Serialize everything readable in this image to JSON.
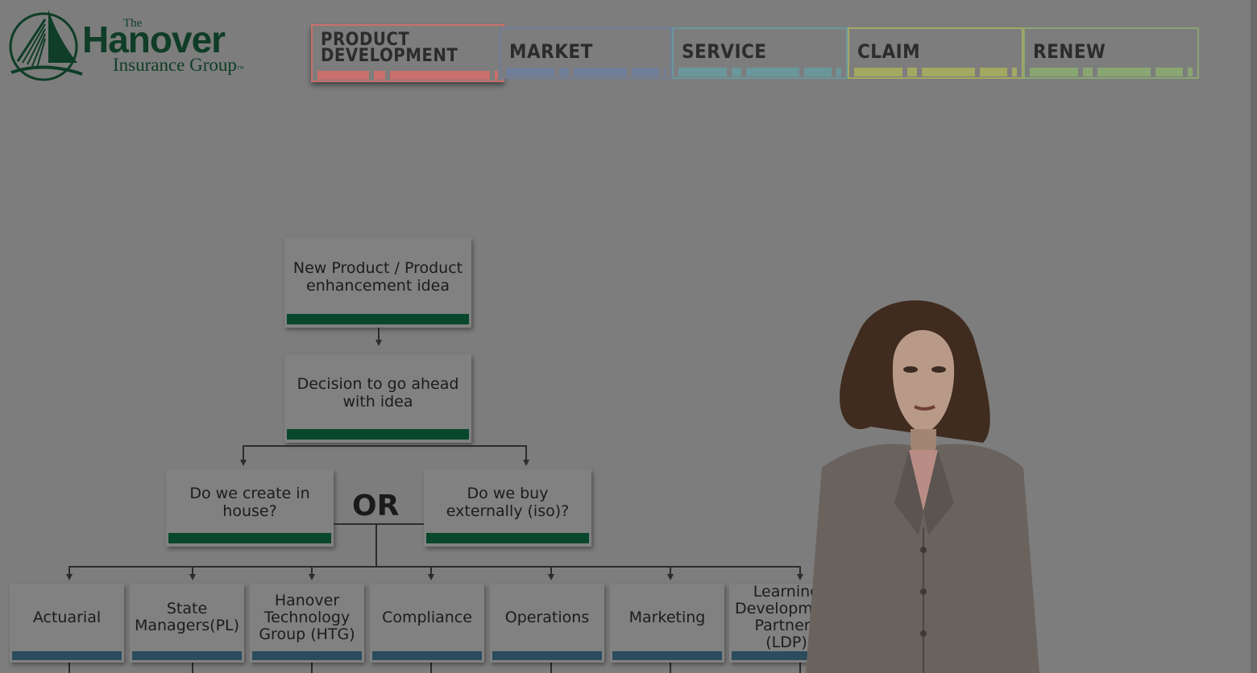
{
  "logo": {
    "the": "The",
    "name": "Hanover",
    "sub": "Insurance Group",
    "tm": "™"
  },
  "tabs": [
    {
      "label": "PRODUCT\nDEVELOPMENT",
      "color": "#c9706c",
      "active": true
    },
    {
      "label": "MARKET",
      "color": "#6e7d99",
      "active": false
    },
    {
      "label": "SERVICE",
      "color": "#6a979c",
      "active": false
    },
    {
      "label": "CLAIM",
      "color": "#a3a862",
      "active": false
    },
    {
      "label": "RENEW",
      "color": "#89a672",
      "active": false
    }
  ],
  "flow": {
    "idea": "New Product / Product enhancement idea",
    "decision": "Decision to go ahead with idea",
    "create": "Do we create in house?",
    "or": "OR",
    "buy": "Do we buy externally (iso)?",
    "departments": [
      "Actuarial",
      "State Managers(PL)",
      "Hanover Technology Group (HTG)",
      "Compliance",
      "Operations",
      "Marketing",
      "Learning Development Partners (LDP)"
    ]
  },
  "colors": {
    "dark_green_bar": "#08472c",
    "blue_bar": "#2a4c5e",
    "background": "#7d7d7d"
  },
  "icons": {
    "logo_mark": "hanover-sail-logo-icon",
    "presenter": "presenter-video"
  }
}
